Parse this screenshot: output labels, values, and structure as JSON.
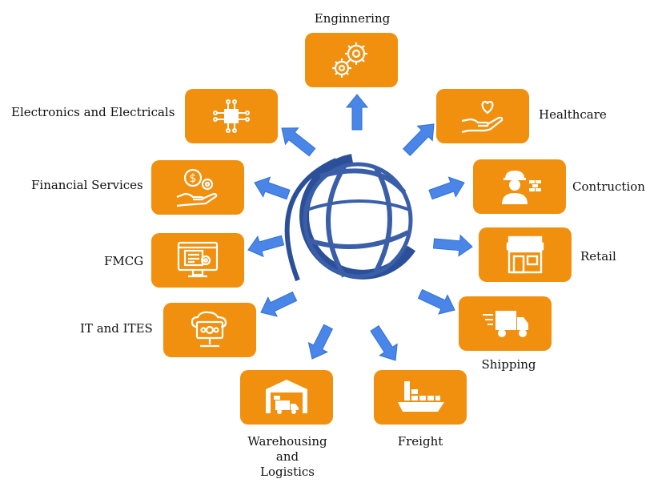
{
  "colors": {
    "box": "#f0900e",
    "arrow": "#4a86e8",
    "globe": "#2b4f98"
  },
  "center": {
    "icon": "globe-icon"
  },
  "sectors": [
    {
      "id": "engineering",
      "label": "Enginnering",
      "icon": "gears-person-icon"
    },
    {
      "id": "healthcare",
      "label": "Healthcare",
      "icon": "hand-heart-icon"
    },
    {
      "id": "construction",
      "label": "Contruction",
      "icon": "construction-worker-icon"
    },
    {
      "id": "retail",
      "label": "Retail",
      "icon": "storefront-icon"
    },
    {
      "id": "shipping",
      "label": "Shipping",
      "icon": "delivery-truck-icon"
    },
    {
      "id": "freight",
      "label": "Freight",
      "icon": "cargo-ship-icon"
    },
    {
      "id": "warehousing",
      "label": "Warehousing and Logistics",
      "icon": "warehouse-truck-icon"
    },
    {
      "id": "it",
      "label": "IT and ITES",
      "icon": "cloud-monitor-icon"
    },
    {
      "id": "fmcg",
      "label": "FMCG",
      "icon": "monitor-gear-icon"
    },
    {
      "id": "financial",
      "label": "Financial Services",
      "icon": "dollar-hand-icon"
    },
    {
      "id": "electronics",
      "label": "Electronics and Electricals",
      "icon": "circuit-chip-icon"
    }
  ]
}
